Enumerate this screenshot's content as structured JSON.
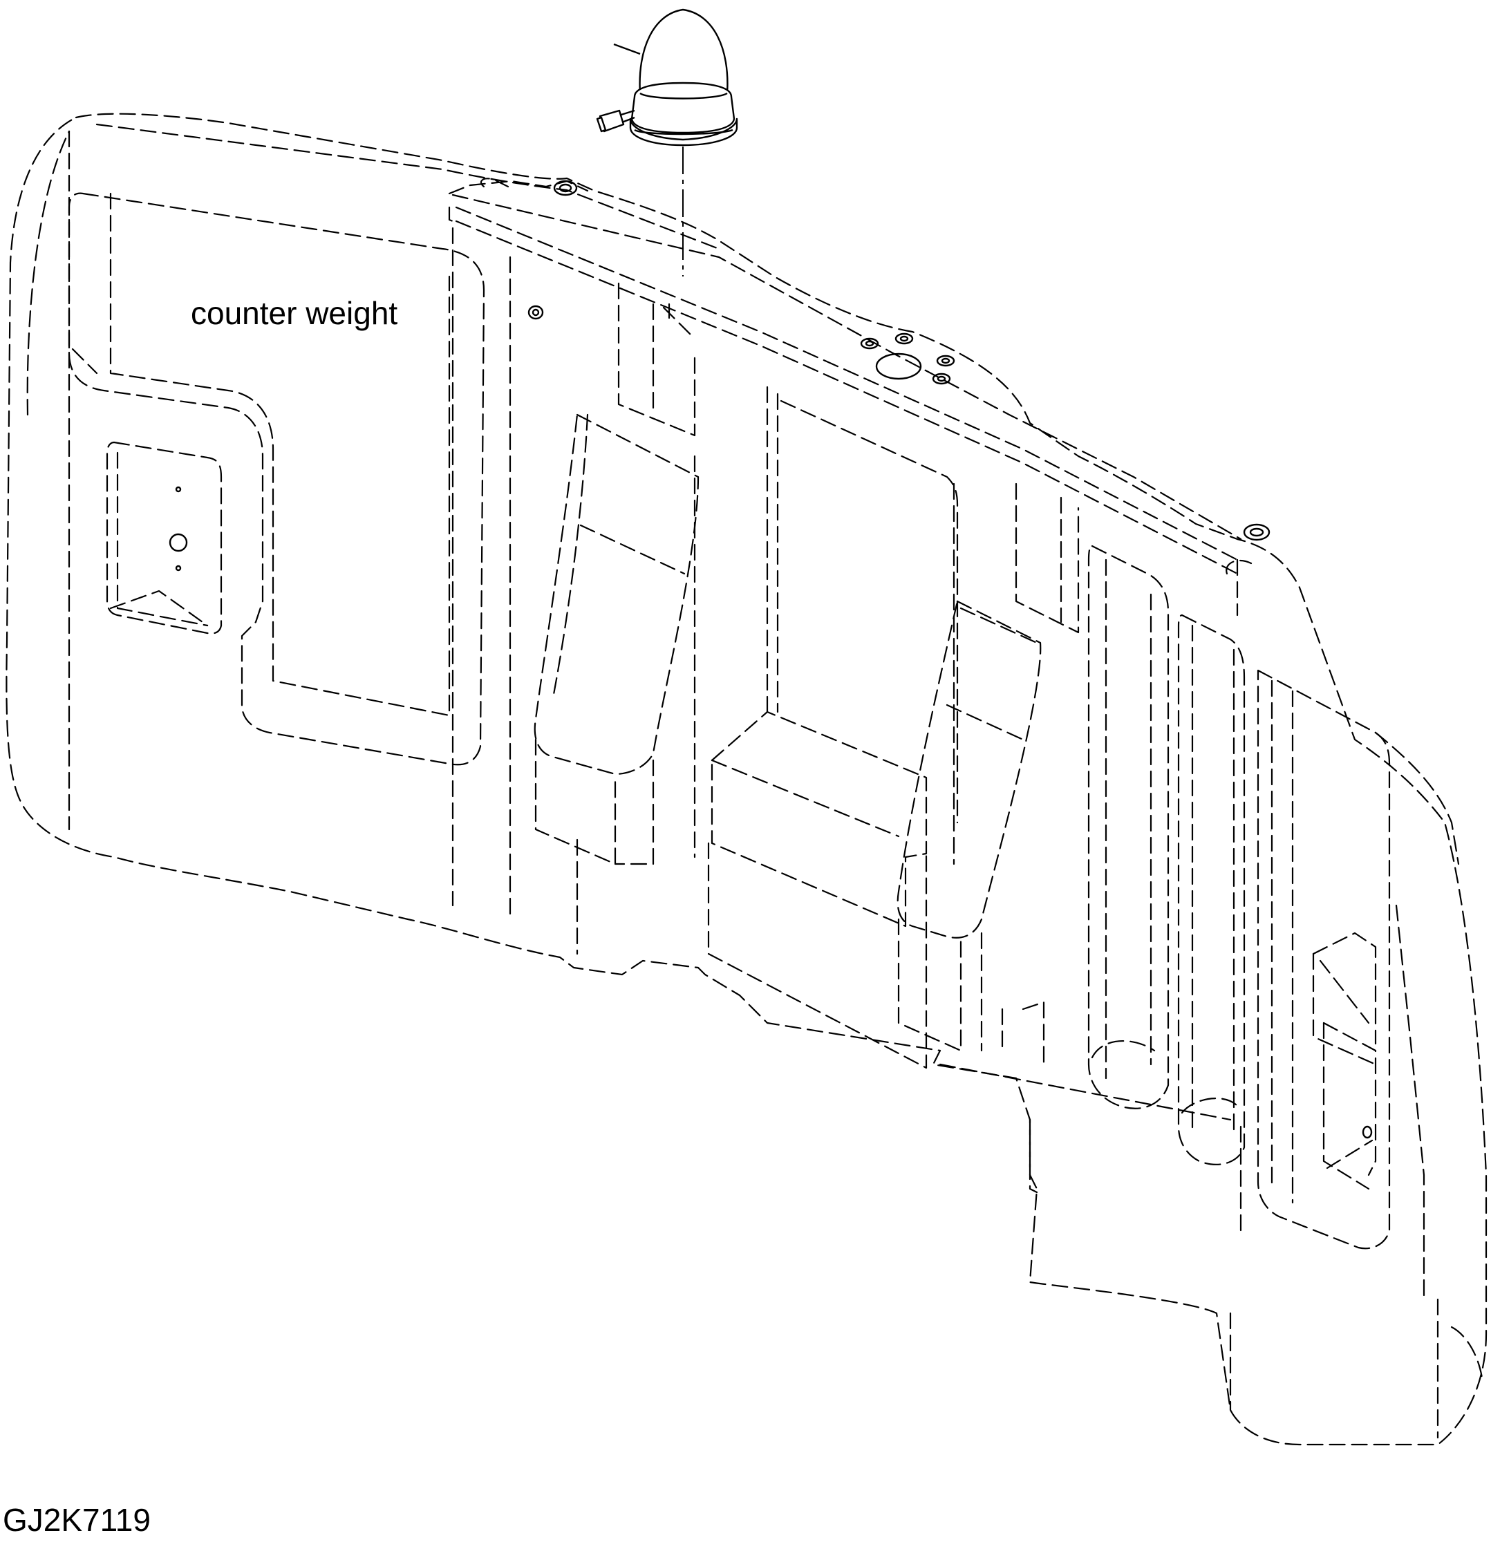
{
  "labels": {
    "part_name": "counter weight",
    "drawing_code": "GJ2K7119"
  },
  "icons": {
    "beacon": "rotating-beacon-lamp",
    "counterweight": "excavator-counterweight"
  }
}
